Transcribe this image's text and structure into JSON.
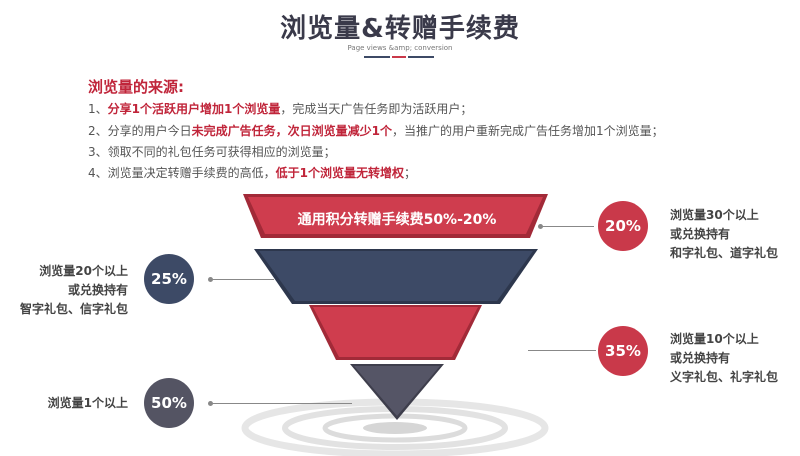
{
  "header": {
    "title": "浏览量&转赠手续费",
    "subtitle": "Page views &amp; conversion"
  },
  "sources": {
    "heading": "浏览量的来源:",
    "lines": [
      {
        "num": "1、",
        "parts": [
          {
            "text": "分享1个活跃用户增加1个浏览量",
            "hl": true
          },
          {
            "text": "，完成当天广告任务即为活跃用户；",
            "hl": false
          }
        ]
      },
      {
        "num": "2、",
        "parts": [
          {
            "text": "分享的用户今日",
            "hl": false
          },
          {
            "text": "未完成广告任务，次日浏览量减少1个",
            "hl": true
          },
          {
            "text": "，当推广的用户重新完成广告任务增加1个浏览量；",
            "hl": false
          }
        ]
      },
      {
        "num": "3、",
        "parts": [
          {
            "text": "领取不同的礼包任务可获得相应的浏览量；",
            "hl": false
          }
        ]
      },
      {
        "num": "4、",
        "parts": [
          {
            "text": "浏览量决定转赠手续费的高低，",
            "hl": false
          },
          {
            "text": "低于1个浏览量无转增权",
            "hl": true
          },
          {
            "text": "；",
            "hl": false
          }
        ]
      }
    ]
  },
  "funnel": {
    "top_label": "通用积分转赠手续费50%-20%"
  },
  "tiers": {
    "t20": {
      "percent": "20%",
      "lines": [
        "浏览量30个以上",
        "或兑换持有",
        "和字礼包、道字礼包"
      ]
    },
    "t25": {
      "percent": "25%",
      "lines": [
        "浏览量20个以上",
        "或兑换持有",
        "智字礼包、信字礼包"
      ]
    },
    "t35": {
      "percent": "35%",
      "lines": [
        "浏览量10个以上",
        "或兑换持有",
        "义字礼包、礼字礼包"
      ]
    },
    "t50": {
      "percent": "50%",
      "lines": [
        "浏览量1个以上"
      ]
    }
  },
  "colors": {
    "red": "#c9394a",
    "navy": "#3d4a66",
    "gray": "#545463"
  }
}
